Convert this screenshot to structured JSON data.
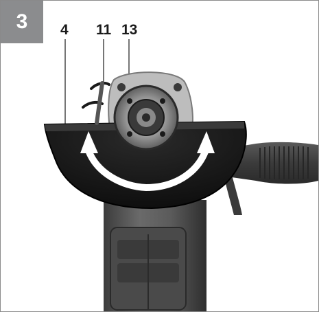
{
  "figure": {
    "number": "3",
    "callouts": [
      {
        "label": "4"
      },
      {
        "label": "11"
      },
      {
        "label": "13"
      }
    ]
  }
}
